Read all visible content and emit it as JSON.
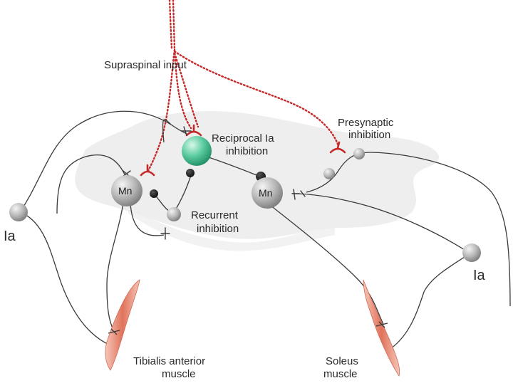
{
  "labels": {
    "supraspinal": "Supraspinal input",
    "reciprocal_line1": "Reciprocal Ia",
    "reciprocal_line2": "inhibition",
    "presynaptic_line1": "Presynaptic",
    "presynaptic_line2": "inhibition",
    "recurrent_line1": "Recurrent",
    "recurrent_line2": "inhibition",
    "mn_left": "Mn",
    "mn_right": "Mn",
    "ia_left": "Ia",
    "ia_right": "Ia",
    "tibialis_line1": "Tibialis anterior",
    "tibialis_line2": "muscle",
    "soleus_line1": "Soleus",
    "soleus_line2": "muscle"
  },
  "colors": {
    "supraspinal_path": "#c62828",
    "neuron_path": "#3a3a3a",
    "interneuron_reciprocal": "#3fb88a",
    "motoneuron": "#9a9a9a",
    "muscle": "#e58a74",
    "spinal_cord_region": "#ececec"
  }
}
